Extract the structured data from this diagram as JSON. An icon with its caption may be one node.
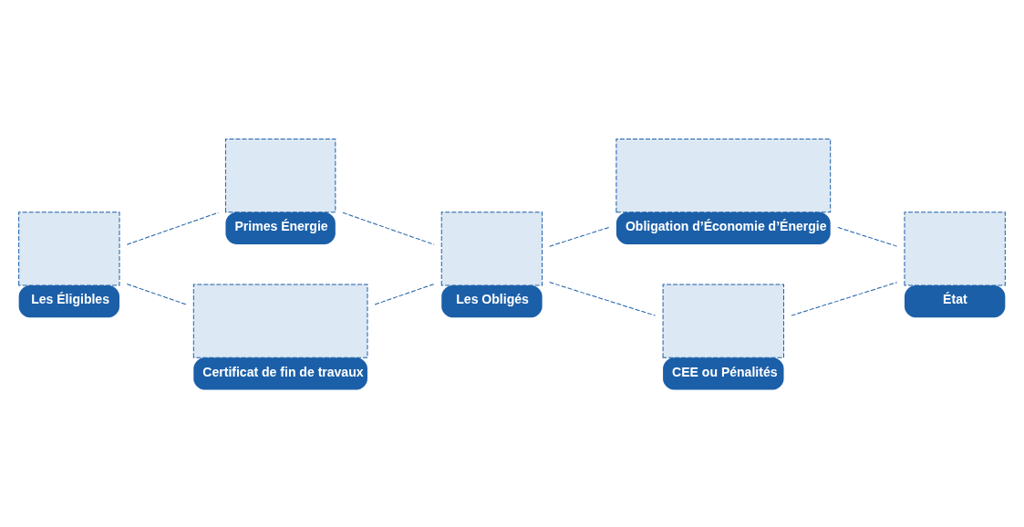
{
  "diagram": {
    "nodes": [
      {
        "text": [
          "Les Éligibles"
        ]
      },
      {
        "text": [
          "Primes Énergie"
        ]
      },
      {
        "text": [
          "Certificat de fin de travaux"
        ]
      },
      {
        "text": [
          "Les Obligés"
        ]
      },
      {
        "text": [
          "Obligation d’Économie d’Énergie"
        ]
      },
      {
        "text": [
          "CEE ou Pénalités"
        ]
      },
      {
        "text": [
          "État"
        ]
      }
    ],
    "edges": [
      {
        "from": 0,
        "to": 1,
        "arrow": "none",
        "style": "dashed"
      },
      {
        "from": 1,
        "to": 3,
        "arrow": "none",
        "style": "dashed"
      },
      {
        "from": 0,
        "to": 2,
        "arrow": "none",
        "style": "dashed"
      },
      {
        "from": 2,
        "to": 3,
        "arrow": "none",
        "style": "dashed"
      },
      {
        "from": 3,
        "to": 4,
        "arrow": "none",
        "style": "dashed"
      },
      {
        "from": 4,
        "to": 6,
        "arrow": "none",
        "style": "dashed"
      },
      {
        "from": 3,
        "to": 5,
        "arrow": "none",
        "style": "dashed"
      },
      {
        "from": 5,
        "to": 6,
        "arrow": "none",
        "style": "dashed"
      }
    ]
  }
}
